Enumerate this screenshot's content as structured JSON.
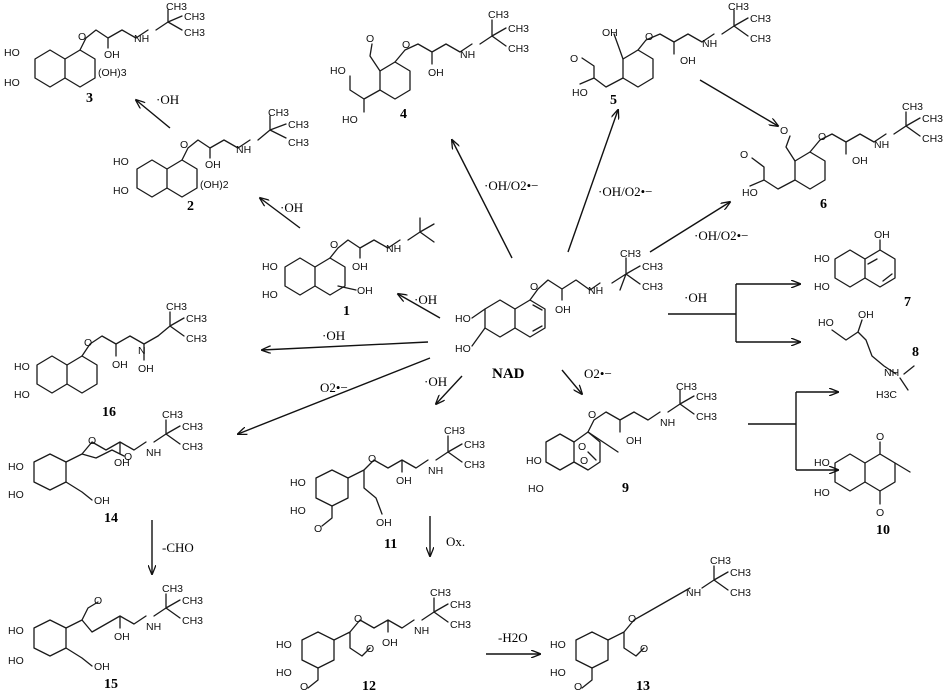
{
  "center": {
    "label": "NAD"
  },
  "compounds": {
    "c1": "1",
    "c2": "2",
    "c3": "3",
    "c4": "4",
    "c5": "5",
    "c6": "6",
    "c7": "7",
    "c8": "8",
    "c9": "9",
    "c10": "10",
    "c11": "11",
    "c12": "12",
    "c13": "13",
    "c14": "14",
    "c15": "15",
    "c16": "16"
  },
  "conditions": {
    "to1": "·OH",
    "to2": "·OH",
    "to3": "·OH",
    "to4": "·OH/O2•−",
    "to5": "·OH/O2•−",
    "to6": "·OH/O2•−",
    "to7_8": "·OH",
    "to9": "O2•−",
    "to11": "·OH",
    "to12": "Ox.",
    "to13": "-H2O",
    "to14": "O2•−",
    "to15": "-CHO",
    "to16": "·OH"
  },
  "atoms": {
    "OH": "OH",
    "HO": "HO",
    "NH": "NH",
    "N": "N",
    "O": "O",
    "CH3": "CH3",
    "OH2": "(OH)2",
    "OH3": "(OH)3",
    "H3C": "H3C"
  }
}
